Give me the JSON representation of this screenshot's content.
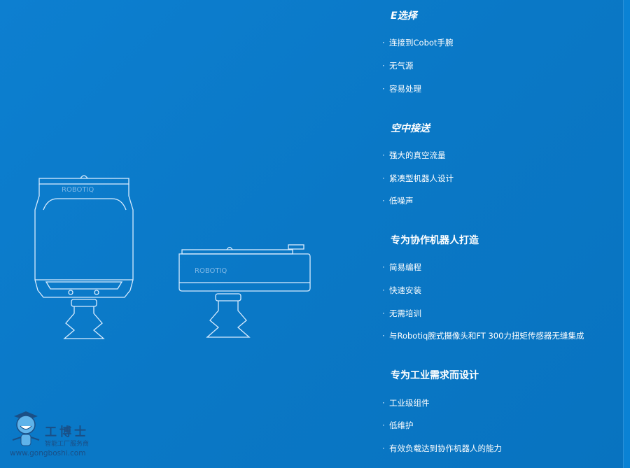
{
  "sections": [
    {
      "heading": "E选择",
      "italic": true,
      "items": [
        "连接到Cobot手腕",
        "无气源",
        "容易处理"
      ]
    },
    {
      "heading": "空中接送",
      "italic": true,
      "items": [
        "强大的真空流量",
        "紧凑型机器人设计",
        "低噪声"
      ]
    },
    {
      "heading": "专为协作机器人打造",
      "italic": false,
      "items": [
        "简易编程",
        "快速安装",
        "无需培训",
        "与Robotiq腕式摄像头和FT 300力扭矩传感器无缝集成"
      ]
    },
    {
      "heading": "专为工业需求而设计",
      "italic": false,
      "items": [
        "工业级组件",
        "低维护",
        "有效负载达到协作机器人的能力"
      ]
    }
  ],
  "bullet": "·",
  "device_brand": "ROBOTIQ",
  "watermark": {
    "name": "工博士",
    "tagline": "智能工厂服务商",
    "url": "www.gongboshi.com"
  },
  "colors": {
    "background": "#0a78c6",
    "line": "#d8ecff",
    "watermark": "#1a4f86"
  }
}
